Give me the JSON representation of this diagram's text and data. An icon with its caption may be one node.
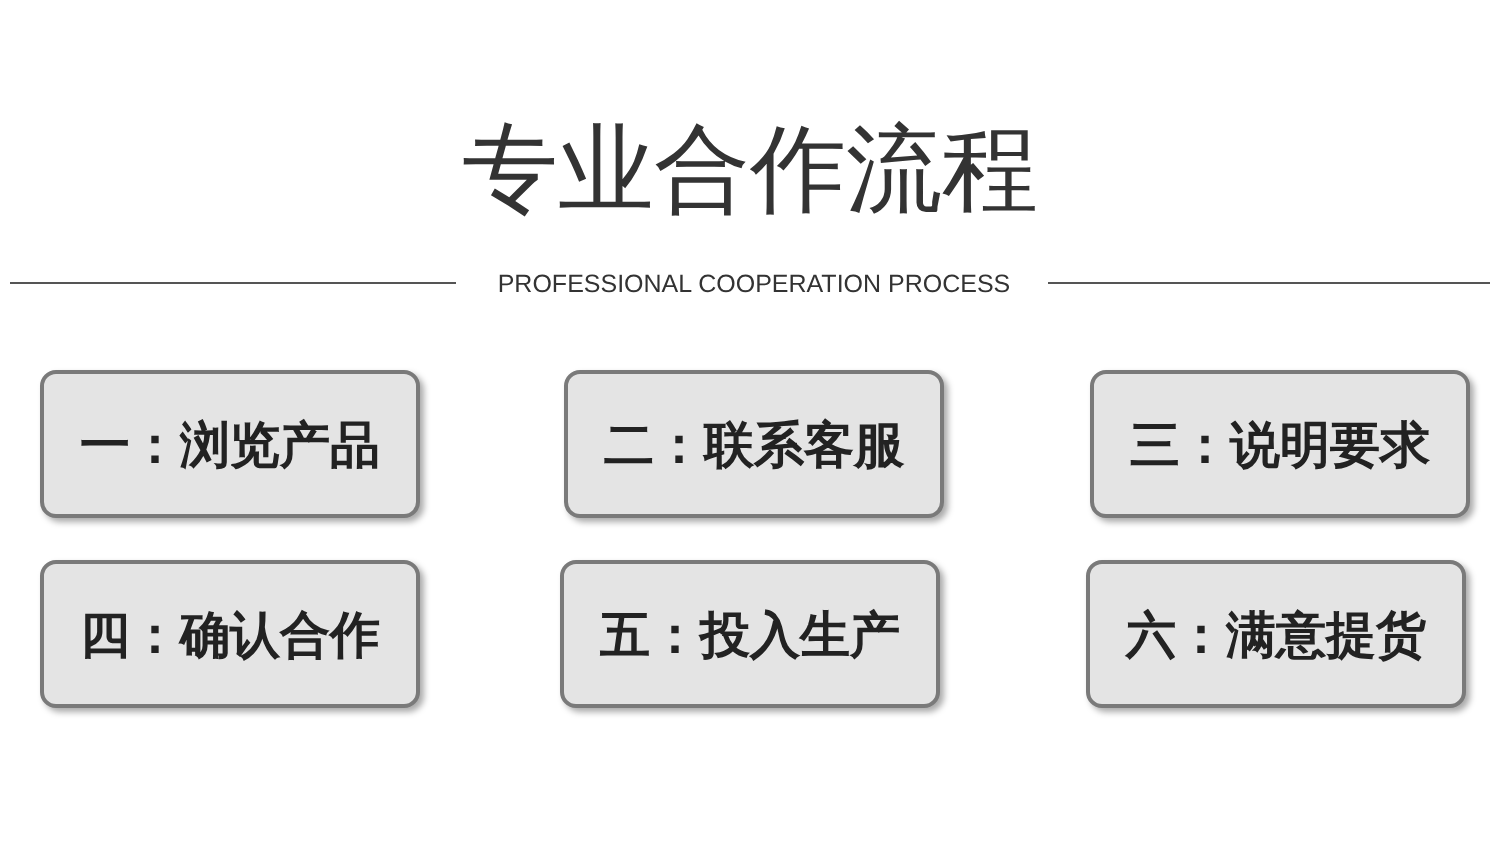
{
  "diagram": {
    "title": "专业合作流程",
    "nodes": [
      {
        "text": [
          "一：浏览产品"
        ]
      },
      {
        "text": [
          "二：联系客服"
        ]
      },
      {
        "text": [
          "三：说明要求"
        ]
      },
      {
        "text": [
          "四：确认合作"
        ]
      },
      {
        "text": [
          "五：投入生产"
        ]
      },
      {
        "text": [
          "六：满意提货"
        ]
      }
    ],
    "labels": [
      "PROFESSIONAL COOPERATION PROCESS"
    ]
  }
}
